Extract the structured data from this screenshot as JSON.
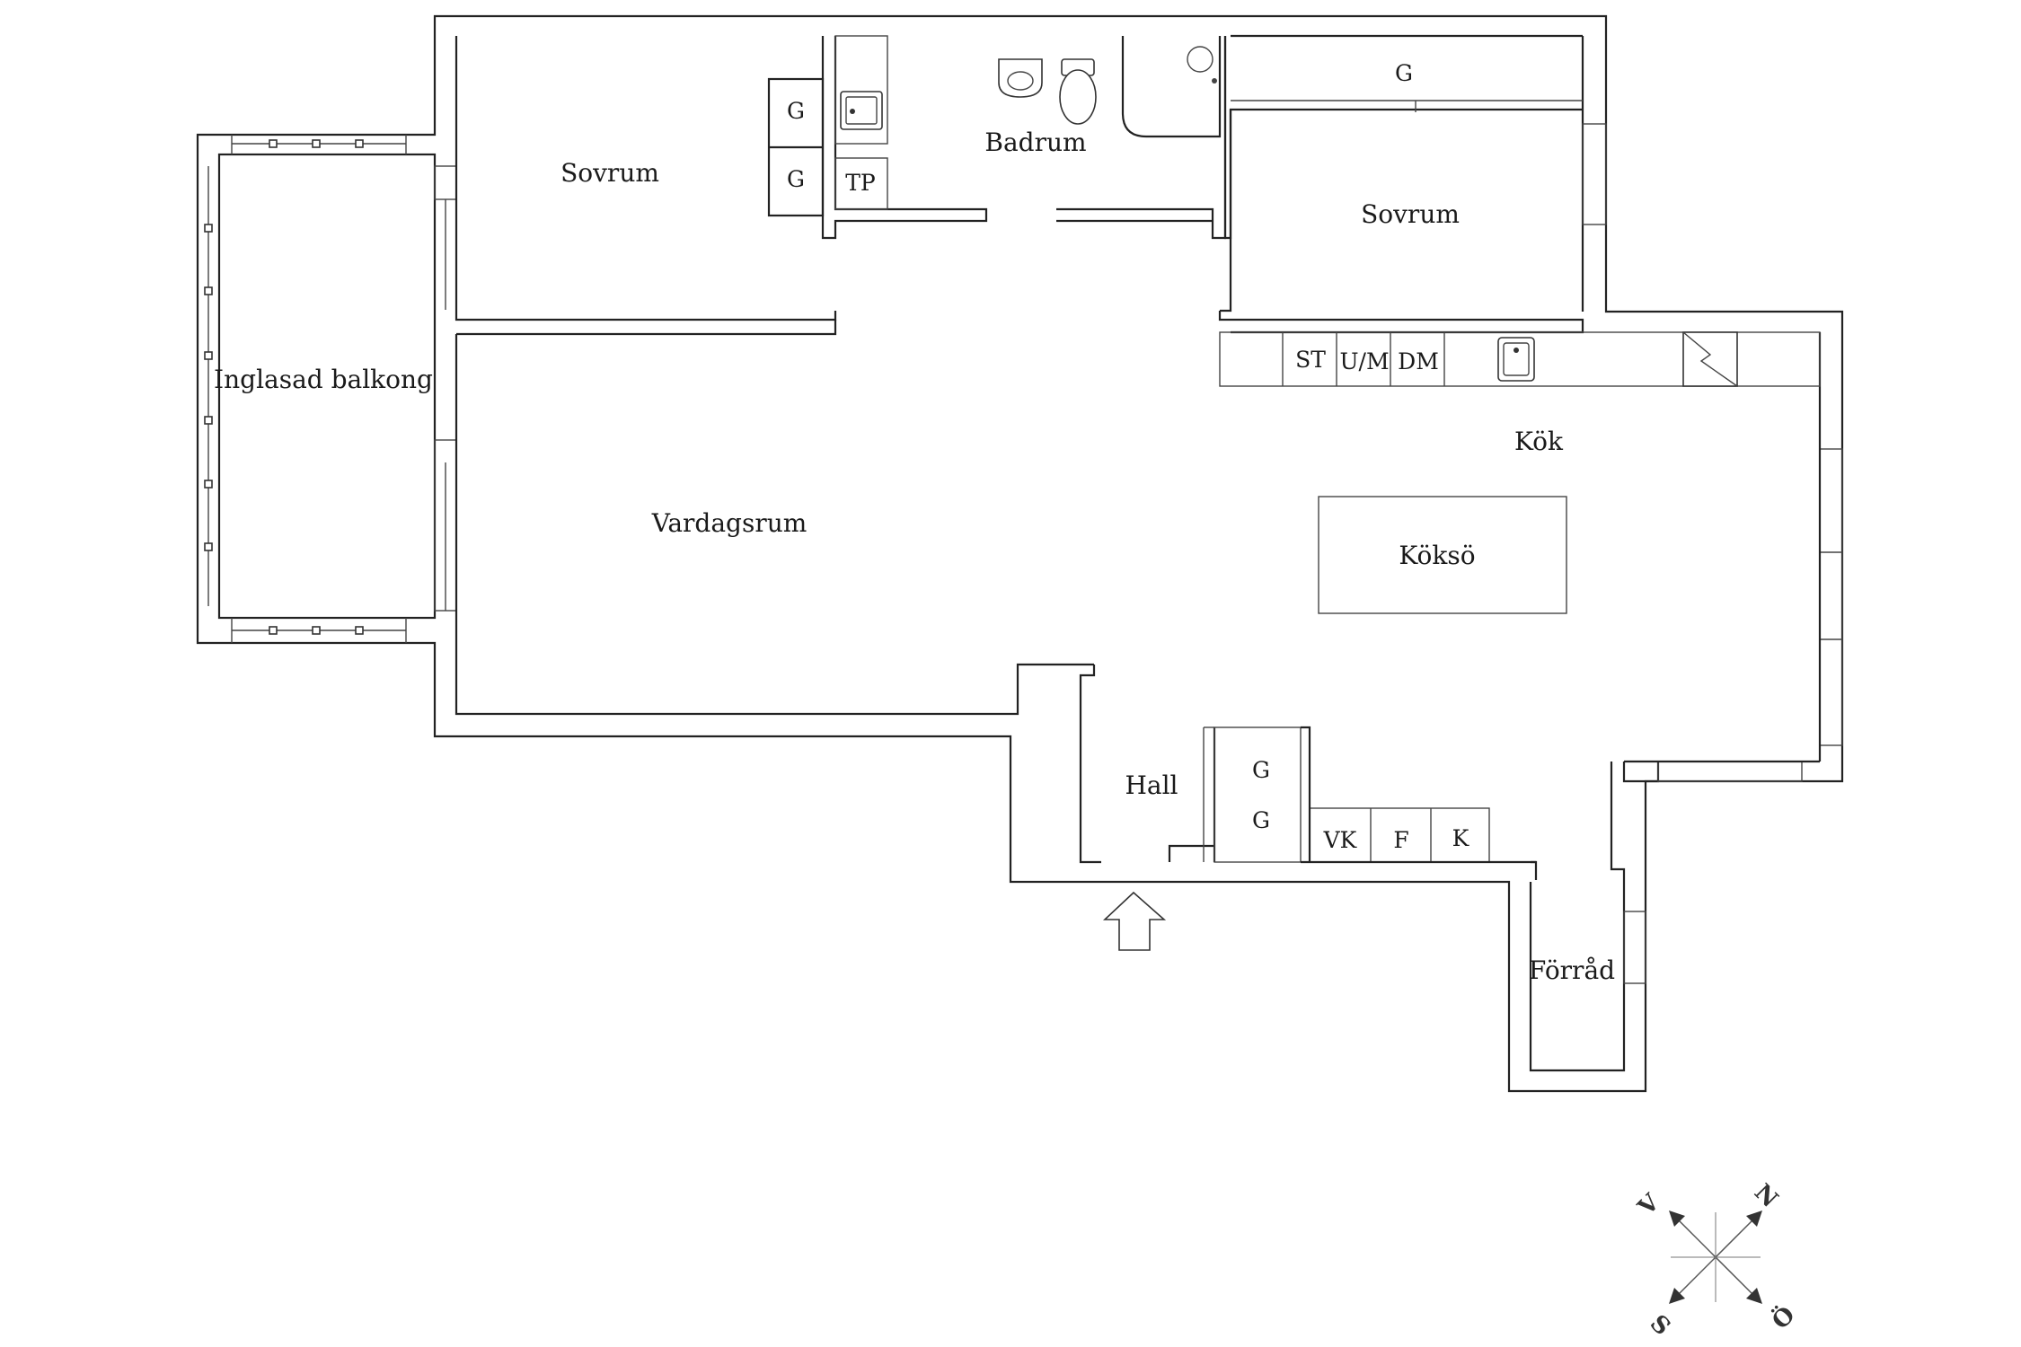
{
  "rooms": {
    "balcony": "Inglasad balkong",
    "bedroom_left": "Sovrum",
    "bathroom": "Badrum",
    "bedroom_right": "Sovrum",
    "living": "Vardagsrum",
    "kitchen": "Kök",
    "kitchen_island": "Köksö",
    "hall": "Hall",
    "storage": "Förråd"
  },
  "appliances": {
    "wardrobe_bed1_a": "G",
    "wardrobe_bed1_b": "G",
    "tp": "TP",
    "wardrobe_bed2": "G",
    "st": "ST",
    "um": "U/M",
    "dm": "DM",
    "wardrobe_hall_a": "G",
    "wardrobe_hall_b": "G",
    "vk": "VK",
    "f": "F",
    "k": "K"
  },
  "compass": {
    "n": "N",
    "o": "Ö",
    "s": "S",
    "v": "V"
  }
}
